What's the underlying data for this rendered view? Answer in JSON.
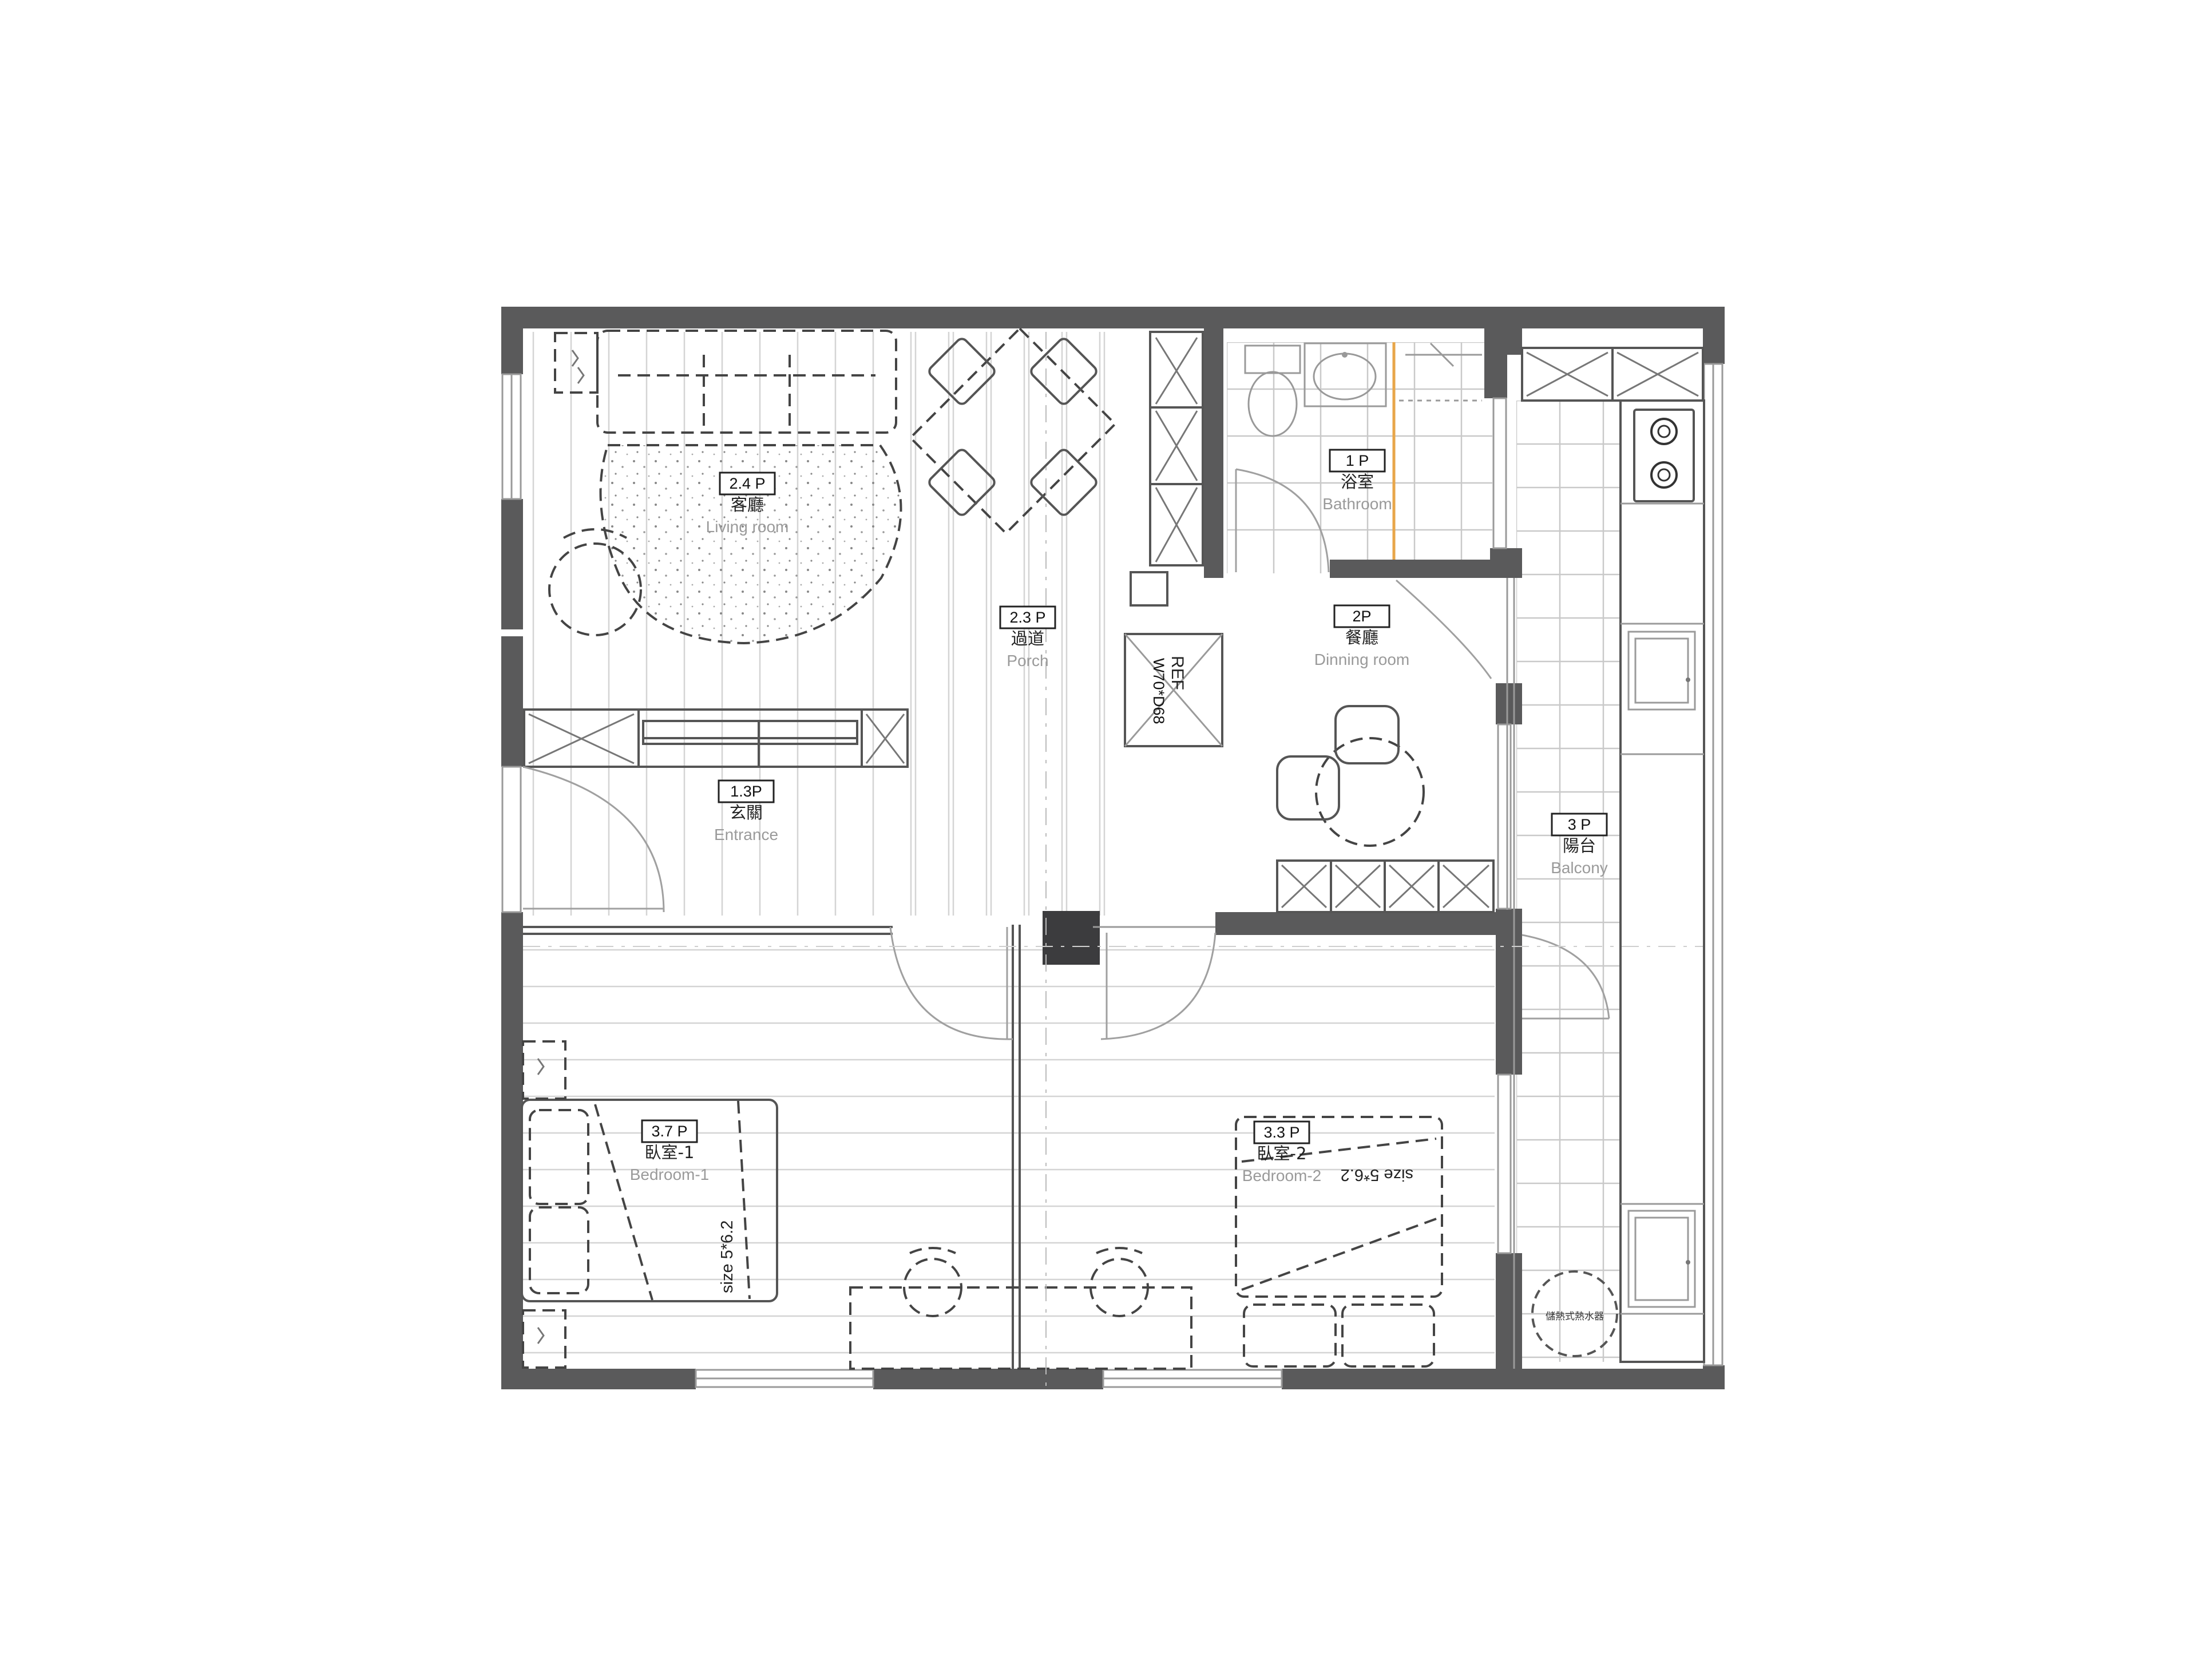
{
  "rooms": [
    {
      "id": "living",
      "area": "2.4 P",
      "cn": "客廳",
      "en": "Living room"
    },
    {
      "id": "porch",
      "area": "2.3 P",
      "cn": "過道",
      "en": "Porch"
    },
    {
      "id": "bathroom",
      "area": "1 P",
      "cn": "浴室",
      "en": "Bathroom"
    },
    {
      "id": "dining",
      "area": "2P",
      "cn": "餐廳",
      "en": "Dinning room"
    },
    {
      "id": "entrance",
      "area": "1.3P",
      "cn": "玄關",
      "en": "Entrance"
    },
    {
      "id": "balcony",
      "area": "3 P",
      "cn": "陽台",
      "en": "Balcony"
    },
    {
      "id": "bedroom1",
      "area": "3.7 P",
      "cn": "臥室-1",
      "en": "Bedroom-1"
    },
    {
      "id": "bedroom2",
      "area": "3.3 P",
      "cn": "臥室-2",
      "en": "Bedroom-2"
    }
  ],
  "fridge": {
    "label": "REF",
    "dims": "W70*D68"
  },
  "bed_sizes": {
    "bedroom1": "size 5*6.2",
    "bedroom2": "size 5*6.2"
  },
  "water_heater": "儲熱式熱水器",
  "colors": {
    "wall": "#5a5a5b",
    "column": "#3c3c3e",
    "shower_glass": "#e8a64a"
  }
}
